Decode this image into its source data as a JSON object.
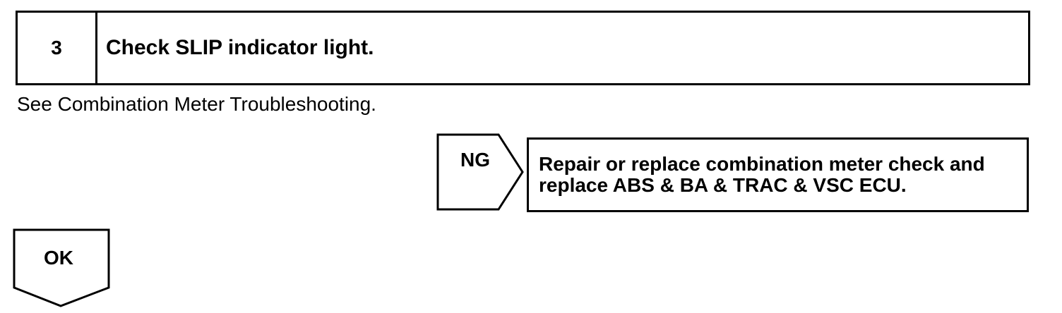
{
  "step": {
    "number": "3",
    "title": "Check SLIP indicator light."
  },
  "note": "See Combination Meter Troubleshooting.",
  "ng": {
    "label": "NG",
    "action_lines": [
      "Repair or replace combination meter check and",
      "replace ABS & BA & TRAC & VSC ECU."
    ]
  },
  "ok": {
    "label": "OK"
  }
}
